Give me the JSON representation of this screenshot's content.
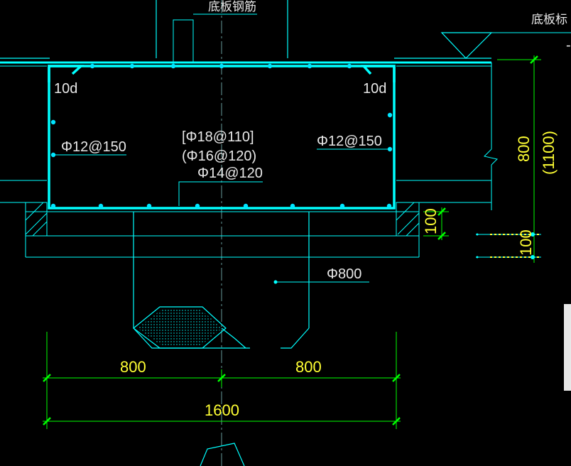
{
  "colors": {
    "background": "#000000",
    "outline": "#00ffff",
    "rebar": "#00e5ff",
    "dimension": "#00ff00",
    "text": "#e8e8e8",
    "dimtext": "#ffff33"
  },
  "labels": {
    "slab_rebar": "底板钢筋",
    "slab_elev": "底板标",
    "top_left_hook": "10d",
    "top_right_hook": "10d",
    "left_side_bar": "Φ12@150",
    "right_side_bar": "Φ12@150",
    "main_bar_line1": "[Φ18@110]",
    "main_bar_line2": "(Φ16@120)",
    "bottom_bar": "Φ14@120",
    "pile_diameter": "Φ800"
  },
  "dimensions": {
    "left_half": "800",
    "right_half": "800",
    "total_width": "1600",
    "cap_depth": "800",
    "cap_depth_alt": "(1100)",
    "cushion": "100",
    "cushion_right": "100"
  }
}
